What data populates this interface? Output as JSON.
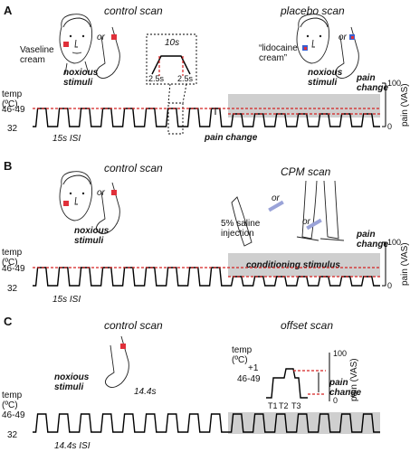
{
  "panels": {
    "A": {
      "letter": "A",
      "left_title": "control scan",
      "right_title": "placebo scan",
      "or": "or",
      "vaseline": "Vaseline\ncream",
      "lidocaine": "“lidocaine\ncream”",
      "noxious": "noxious\nstimuli",
      "temp_label": "temp\n(ºC)",
      "temp_high": "46-49",
      "temp_low": "32",
      "isi": "15s ISI",
      "inset_10s": "10s",
      "inset_25a": "2.5s",
      "inset_25b": "2.5s",
      "pain_change": "pain\nchange",
      "pain_change_left": "pain change",
      "pain_axis": "pain (VAS)",
      "pain_100": "100",
      "pain_0": "0"
    },
    "B": {
      "letter": "B",
      "left_title": "control scan",
      "right_title": "CPM scan",
      "or": "or",
      "noxious": "noxious\nstimuli",
      "saline": "5% saline\ninjection",
      "conditioning": "conditioning stimulus",
      "temp_label": "temp\n(ºC)",
      "temp_high": "46-49",
      "temp_low": "32",
      "isi": "15s ISI",
      "pain_change": "pain\nchange",
      "pain_axis": "pain (VAS)",
      "pain_100": "100",
      "pain_0": "0"
    },
    "C": {
      "letter": "C",
      "left_title": "control scan",
      "right_title": "offset scan",
      "noxious": "noxious\nstimuli",
      "temp_label": "temp\n(ºC)",
      "temp_high": "46-49",
      "temp_low": "32",
      "isi": "14.4s ISI",
      "dur": "14.4s",
      "inset_temp_label": "temp\n(ºC)",
      "inset_plus1": "+1",
      "inset_high": "46-49",
      "t1": "T1",
      "t2": "T2",
      "t3": "T3",
      "pain_change": "pain\nchange",
      "pain_axis": "pain (VAS)",
      "pain_100": "100",
      "pain_0": "0"
    }
  },
  "colors": {
    "red": "#d42020",
    "shade": "#cfcfcf",
    "blue": "#3a5fd0"
  }
}
